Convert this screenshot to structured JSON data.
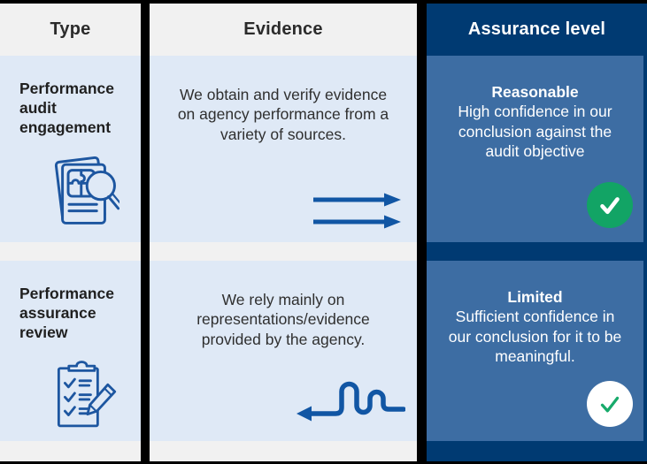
{
  "columns": [
    {
      "label": "Type"
    },
    {
      "label": "Evidence"
    },
    {
      "label": "Assurance level"
    }
  ],
  "rows": [
    {
      "type_label": "Performance audit engagement",
      "type_icon": "document-puzzle-magnifier-icon",
      "evidence_text": "We obtain and verify evidence on agency performance from a variety of sources.",
      "evidence_icon": "double-right-arrows-icon",
      "assurance_level": "Reasonable",
      "assurance_description": "High confidence in our conclusion against the audit objective",
      "status_icon": "green-circle-white-check-icon"
    },
    {
      "type_label": "Performance assurance review",
      "type_icon": "clipboard-checklist-pencil-icon",
      "evidence_text": "We rely mainly on representations/evidence provided by the agency.",
      "evidence_icon": "squiggle-left-arrow-icon",
      "assurance_level": "Limited",
      "assurance_description": "Sufficient confidence in our conclusion for it to be meaningful.",
      "status_icon": "white-circle-green-check-icon"
    }
  ],
  "colors": {
    "navy": "#003a72",
    "cell_blue": "#3d6da3",
    "light_blue": "#dfe9f6",
    "header_grey": "#f1f1f1",
    "divider_black": "#000000",
    "accent_blue": "#1156a4",
    "success_green": "#12a465"
  }
}
